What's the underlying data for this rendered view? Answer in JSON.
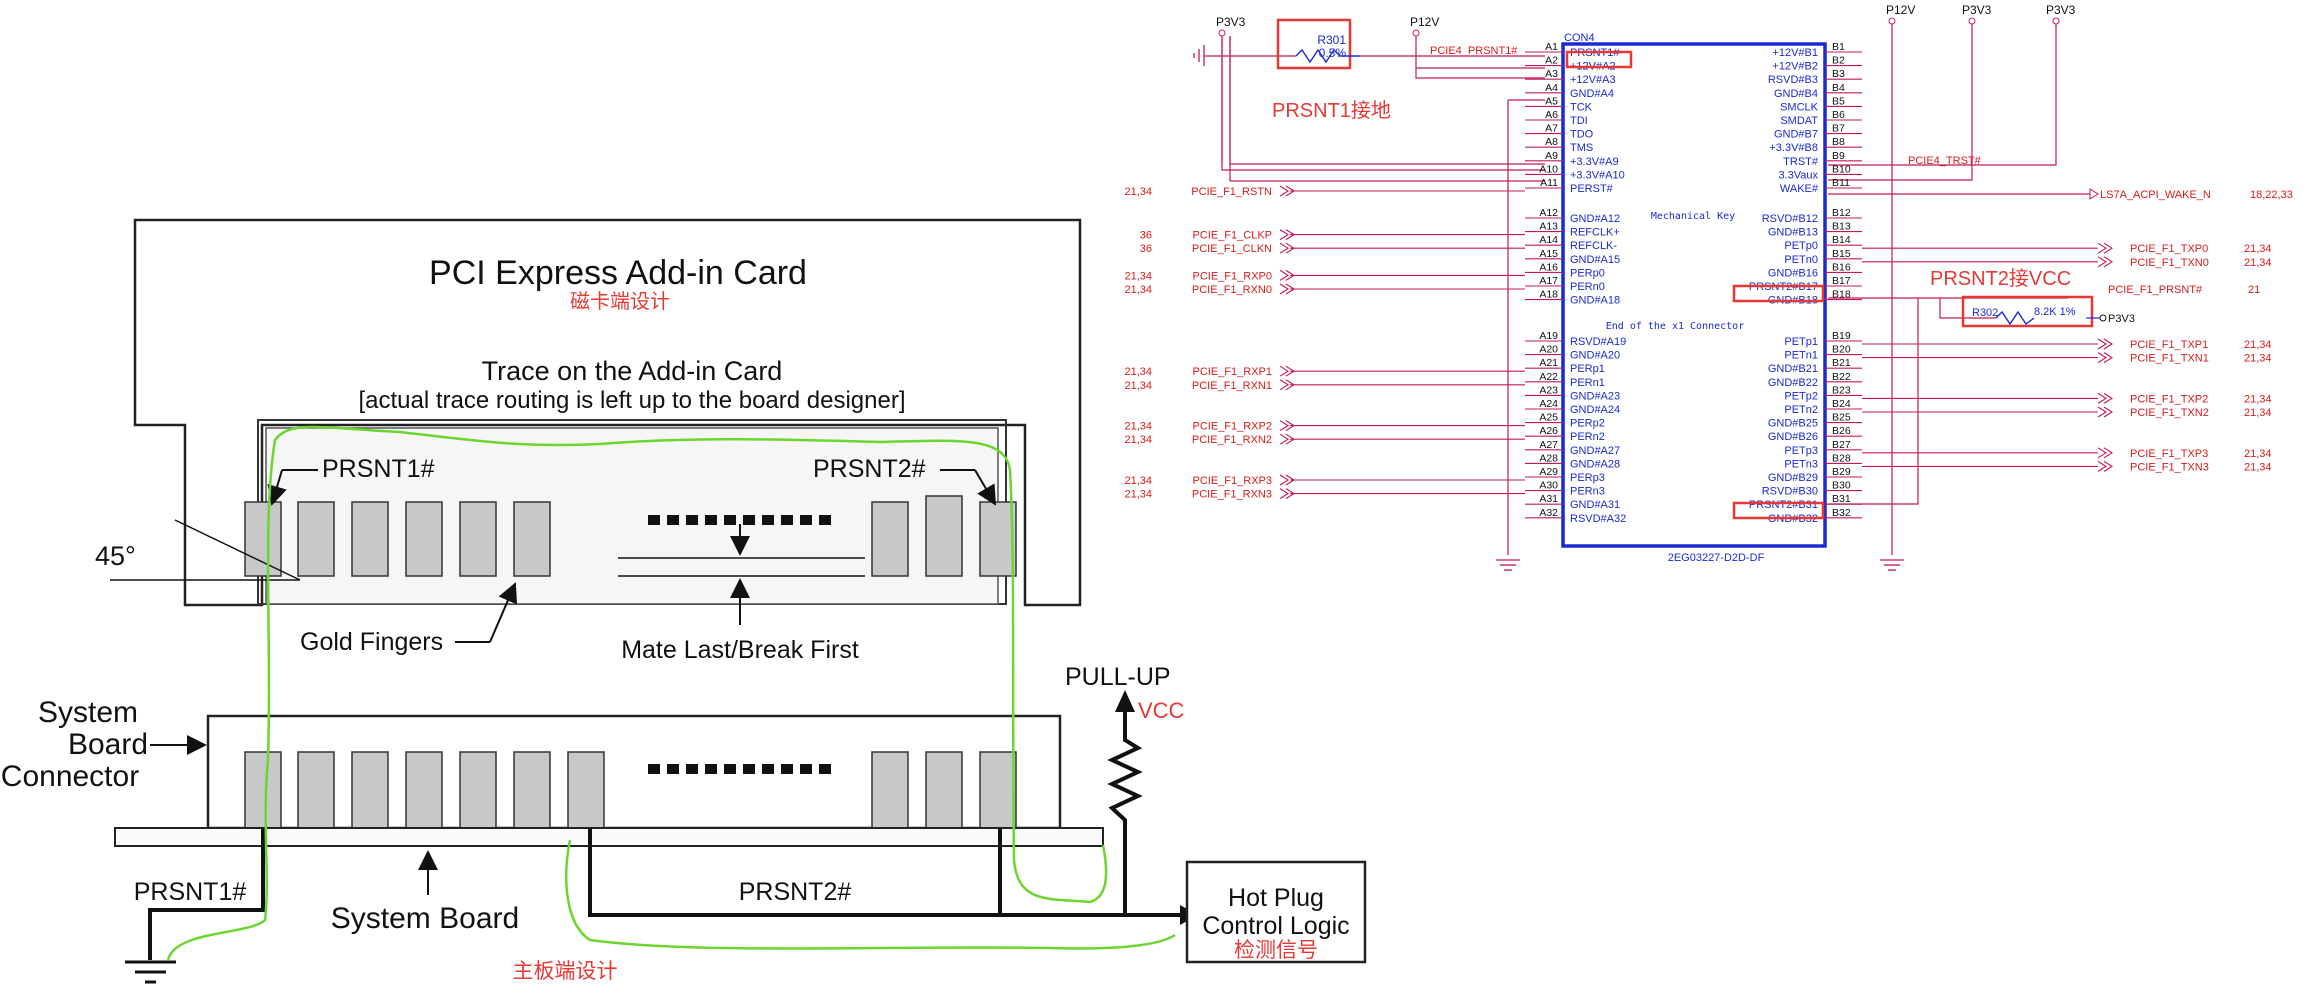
{
  "left": {
    "card_title": "PCI Express Add-in Card",
    "card_subtitle_cn": "磁卡端设计",
    "trace_line1": "Trace on the Add-in Card",
    "trace_line2": "[actual trace routing is left up to the board designer]",
    "prsnt1_top": "PRSNT1#",
    "prsnt2_top": "PRSNT2#",
    "angle": "45°",
    "gold_fingers": "Gold Fingers",
    "mate_last": "Mate Last/Break First",
    "sys_conn_1": "System",
    "sys_conn_2": "Board",
    "sys_conn_3": "Connector",
    "system_board": "System Board",
    "prsnt1_bottom": "PRSNT1#",
    "prsnt2_bottom": "PRSNT2#",
    "pullup": "PULL-UP",
    "vcc": "VCC",
    "hp_line1": "Hot Plug",
    "hp_line2": "Control Logic",
    "hp_line3_cn": "检测信号",
    "board_design_cn": "主板端设计"
  },
  "schematic": {
    "p3v3": "P3V3",
    "p12v": "P12V",
    "r301": "R301",
    "r301_val": "0.5%",
    "prsnt1_gnd_cn": "PRSNT1接地",
    "prsnt2_vcc_cn": "PRSNT2接VCC",
    "con4": "CON4",
    "part_no": "2EG03227-D2D-DF",
    "mech_key": "Mechanical Key",
    "end_x1": "End of the x1 Connector",
    "r302": "R302",
    "r302_val": "8.2K 1%",
    "r302_rail": "P3V3",
    "net_prsnt1": "PCIE4_PRSNT1#",
    "net_trst": "PCIE4_TRST#",
    "net_wake": "LS7A_ACPI_WAKE_N",
    "net_wake_pages": "18,22,33",
    "net_prsnt2": "PCIE_F1_PRSNT#",
    "net_prsnt2_page": "21",
    "a_side": [
      {
        "pin": "A1",
        "name": "PRSNT1#"
      },
      {
        "pin": "A2",
        "name": "+12V#A2"
      },
      {
        "pin": "A3",
        "name": "+12V#A3"
      },
      {
        "pin": "A4",
        "name": "GND#A4"
      },
      {
        "pin": "A5",
        "name": "TCK"
      },
      {
        "pin": "A6",
        "name": "TDI"
      },
      {
        "pin": "A7",
        "name": "TDO"
      },
      {
        "pin": "A8",
        "name": "TMS"
      },
      {
        "pin": "A9",
        "name": "+3.3V#A9"
      },
      {
        "pin": "A10",
        "name": "+3.3V#A10"
      },
      {
        "pin": "A11",
        "name": "PERST#"
      },
      {
        "pin": "A12",
        "name": "GND#A12"
      },
      {
        "pin": "A13",
        "name": "REFCLK+"
      },
      {
        "pin": "A14",
        "name": "REFCLK-"
      },
      {
        "pin": "A15",
        "name": "GND#A15"
      },
      {
        "pin": "A16",
        "name": "PERp0"
      },
      {
        "pin": "A17",
        "name": "PERn0"
      },
      {
        "pin": "A18",
        "name": "GND#A18"
      },
      {
        "pin": "A19",
        "name": "RSVD#A19"
      },
      {
        "pin": "A20",
        "name": "GND#A20"
      },
      {
        "pin": "A21",
        "name": "PERp1"
      },
      {
        "pin": "A22",
        "name": "PERn1"
      },
      {
        "pin": "A23",
        "name": "GND#A23"
      },
      {
        "pin": "A24",
        "name": "GND#A24"
      },
      {
        "pin": "A25",
        "name": "PERp2"
      },
      {
        "pin": "A26",
        "name": "PERn2"
      },
      {
        "pin": "A27",
        "name": "GND#A27"
      },
      {
        "pin": "A28",
        "name": "GND#A28"
      },
      {
        "pin": "A29",
        "name": "PERp3"
      },
      {
        "pin": "A30",
        "name": "PERn3"
      },
      {
        "pin": "A31",
        "name": "GND#A31"
      },
      {
        "pin": "A32",
        "name": "RSVD#A32"
      }
    ],
    "b_side": [
      {
        "pin": "B1",
        "name": "+12V#B1"
      },
      {
        "pin": "B2",
        "name": "+12V#B2"
      },
      {
        "pin": "B3",
        "name": "RSVD#B3"
      },
      {
        "pin": "B4",
        "name": "GND#B4"
      },
      {
        "pin": "B5",
        "name": "SMCLK"
      },
      {
        "pin": "B6",
        "name": "SMDAT"
      },
      {
        "pin": "B7",
        "name": "GND#B7"
      },
      {
        "pin": "B8",
        "name": "+3.3V#B8"
      },
      {
        "pin": "B9",
        "name": "TRST#"
      },
      {
        "pin": "B10",
        "name": "3.3Vaux"
      },
      {
        "pin": "B11",
        "name": "WAKE#"
      },
      {
        "pin": "B12",
        "name": "RSVD#B12"
      },
      {
        "pin": "B13",
        "name": "GND#B13"
      },
      {
        "pin": "B14",
        "name": "PETp0"
      },
      {
        "pin": "B15",
        "name": "PETn0"
      },
      {
        "pin": "B16",
        "name": "GND#B16"
      },
      {
        "pin": "B17",
        "name": "PRSNT2#B17"
      },
      {
        "pin": "B18",
        "name": "GND#B18"
      },
      {
        "pin": "B19",
        "name": "PETp1"
      },
      {
        "pin": "B20",
        "name": "PETn1"
      },
      {
        "pin": "B21",
        "name": "GND#B21"
      },
      {
        "pin": "B22",
        "name": "GND#B22"
      },
      {
        "pin": "B23",
        "name": "PETp2"
      },
      {
        "pin": "B24",
        "name": "PETn2"
      },
      {
        "pin": "B25",
        "name": "GND#B25"
      },
      {
        "pin": "B26",
        "name": "GND#B26"
      },
      {
        "pin": "B27",
        "name": "PETp3"
      },
      {
        "pin": "B28",
        "name": "PETn3"
      },
      {
        "pin": "B29",
        "name": "GND#B29"
      },
      {
        "pin": "B30",
        "name": "RSVD#B30"
      },
      {
        "pin": "B31",
        "name": "PRSNT2#B31"
      },
      {
        "pin": "B32",
        "name": "GND#B32"
      }
    ],
    "left_nets": [
      {
        "pin": "A11",
        "page": "21,34",
        "net": "PCIE_F1_RSTN"
      },
      {
        "pin": "A13",
        "page": "36",
        "net": "PCIE_F1_CLKP"
      },
      {
        "pin": "A14",
        "page": "36",
        "net": "PCIE_F1_CLKN"
      },
      {
        "pin": "A16",
        "page": "21,34",
        "net": "PCIE_F1_RXP0"
      },
      {
        "pin": "A17",
        "page": "21,34",
        "net": "PCIE_F1_RXN0"
      },
      {
        "pin": "A21",
        "page": "21,34",
        "net": "PCIE_F1_RXP1"
      },
      {
        "pin": "A22",
        "page": "21,34",
        "net": "PCIE_F1_RXN1"
      },
      {
        "pin": "A25",
        "page": "21,34",
        "net": "PCIE_F1_RXP2"
      },
      {
        "pin": "A26",
        "page": "21,34",
        "net": "PCIE_F1_RXN2"
      },
      {
        "pin": "A29",
        "page": "21,34",
        "net": "PCIE_F1_RXP3"
      },
      {
        "pin": "A30",
        "page": "21,34",
        "net": "PCIE_F1_RXN3"
      }
    ],
    "right_nets": [
      {
        "pin": "B14",
        "net": "PCIE_F1_TXP0",
        "page": "21,34"
      },
      {
        "pin": "B15",
        "net": "PCIE_F1_TXN0",
        "page": "21,34"
      },
      {
        "pin": "B19",
        "net": "PCIE_F1_TXP1",
        "page": "21,34"
      },
      {
        "pin": "B20",
        "net": "PCIE_F1_TXN1",
        "page": "21,34"
      },
      {
        "pin": "B23",
        "net": "PCIE_F1_TXP2",
        "page": "21,34"
      },
      {
        "pin": "B24",
        "net": "PCIE_F1_TXN2",
        "page": "21,34"
      },
      {
        "pin": "B27",
        "net": "PCIE_F1_TXP3",
        "page": "21,34"
      },
      {
        "pin": "B28",
        "net": "PCIE_F1_TXN3",
        "page": "21,34"
      }
    ]
  }
}
